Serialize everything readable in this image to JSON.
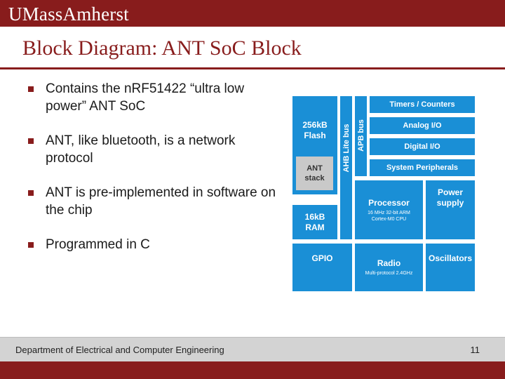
{
  "header": {
    "logo_text": "UMassAmherst",
    "brand_color": "#881c1c"
  },
  "slide": {
    "title": "Block Diagram: ANT SoC Block",
    "bullets": [
      "Contains the nRF51422 “ultra low power” ANT SoC",
      "ANT, like bluetooth, is a network protocol",
      "ANT is pre-implemented in software on the chip",
      "Programmed in C"
    ]
  },
  "diagram": {
    "block_color": "#1a8fd6",
    "flash": "256kB Flash",
    "ant_stack": "ANT stack",
    "ram": "16kB RAM",
    "gpio": "GPIO",
    "ahb_bus": "AHB Lite bus",
    "apb_bus": "APB bus",
    "timers": "Timers / Counters",
    "analog_io": "Analog I/O",
    "digital_io": "Digital I/O",
    "system_peripherals": "System Peripherals",
    "processor": "Processor",
    "processor_sub": "16 MHz 32-bit ARM Cortex-M0 CPU",
    "power_supply": "Power supply",
    "radio": "Radio",
    "radio_sub": "Multi-protocol 2.4GHz",
    "oscillators": "Oscillators"
  },
  "footer": {
    "department": "Department of Electrical and Computer Engineering",
    "page_number": "11"
  }
}
